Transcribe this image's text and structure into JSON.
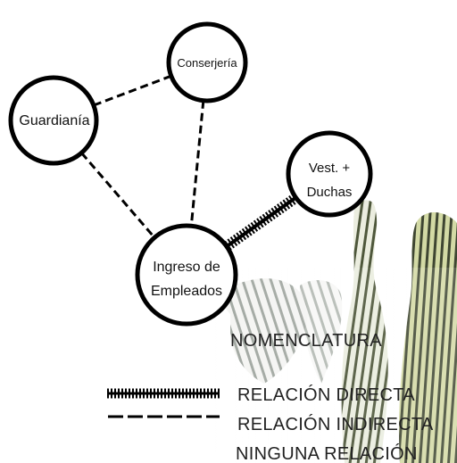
{
  "diagram": {
    "nodes": [
      {
        "id": "conserjeria",
        "label_lines": [
          "Conserjería"
        ]
      },
      {
        "id": "guardiania",
        "label_lines": [
          "Guardianía"
        ]
      },
      {
        "id": "vestuarios",
        "label_lines": [
          "Vest. +",
          "Duchas"
        ]
      },
      {
        "id": "ingreso",
        "label_lines": [
          "Ingreso de",
          "Empleados"
        ]
      }
    ],
    "edges": [
      {
        "from": "guardiania",
        "to": "conserjeria",
        "type": "indirecta"
      },
      {
        "from": "guardiania",
        "to": "ingreso",
        "type": "indirecta"
      },
      {
        "from": "conserjeria",
        "to": "ingreso",
        "type": "indirecta"
      },
      {
        "from": "vestuarios",
        "to": "ingreso",
        "type": "directa"
      }
    ]
  },
  "legend": {
    "title": "NOMENCLATURA",
    "directa": "RELACIÓN DIRECTA",
    "indirecta": "RELACIÓN INDIRECTA",
    "ninguna": "NINGUNA RELACIÓN"
  },
  "colors": {
    "line": "#000000",
    "vase_stripe": "#2f3a1f",
    "vase_tint": "#c9d49a"
  }
}
